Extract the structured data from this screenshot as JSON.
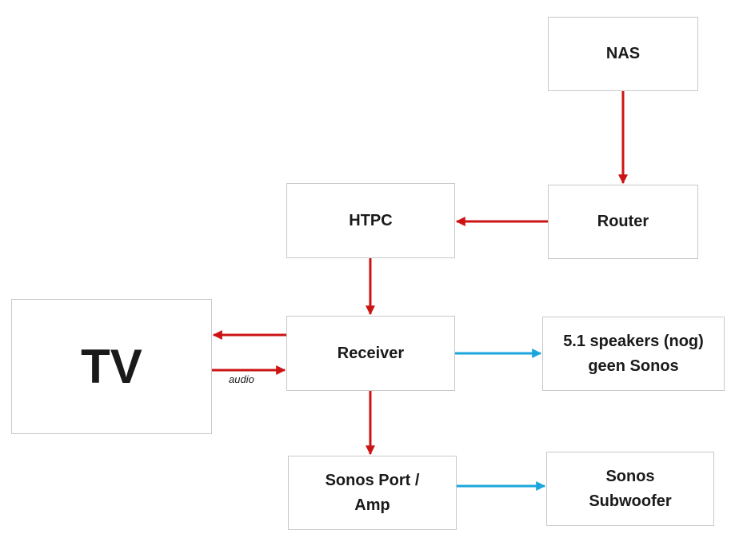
{
  "diagram": {
    "nodes": {
      "nas": {
        "lines": [
          "NAS"
        ]
      },
      "router": {
        "lines": [
          "Router"
        ]
      },
      "htpc": {
        "lines": [
          "HTPC"
        ]
      },
      "tv": {
        "lines": [
          "TV"
        ]
      },
      "receiver": {
        "lines": [
          "Receiver"
        ]
      },
      "speakers": {
        "lines": [
          "5.1 speakers (nog)",
          "geen Sonos"
        ]
      },
      "sonos_port": {
        "lines": [
          "Sonos Port /",
          "Amp"
        ]
      },
      "subwoofer": {
        "lines": [
          "Sonos",
          "Subwoofer"
        ]
      }
    },
    "edges": [
      {
        "id": "nas-router",
        "from": "nas",
        "to": "router",
        "color": "#cc1414"
      },
      {
        "id": "router-htpc",
        "from": "router",
        "to": "htpc",
        "color": "#cc1414"
      },
      {
        "id": "htpc-receiver",
        "from": "htpc",
        "to": "receiver",
        "color": "#cc1414"
      },
      {
        "id": "receiver-tv",
        "from": "receiver",
        "to": "tv",
        "color": "#cc1414"
      },
      {
        "id": "tv-receiver",
        "from": "tv",
        "to": "receiver",
        "color": "#cc1414",
        "label": "audio"
      },
      {
        "id": "receiver-speakers",
        "from": "receiver",
        "to": "speakers",
        "color": "#1aa6dd"
      },
      {
        "id": "receiver-port",
        "from": "receiver",
        "to": "sonos_port",
        "color": "#cc1414"
      },
      {
        "id": "port-subwoofer",
        "from": "sonos_port",
        "to": "subwoofer",
        "color": "#1aa6dd"
      }
    ]
  }
}
